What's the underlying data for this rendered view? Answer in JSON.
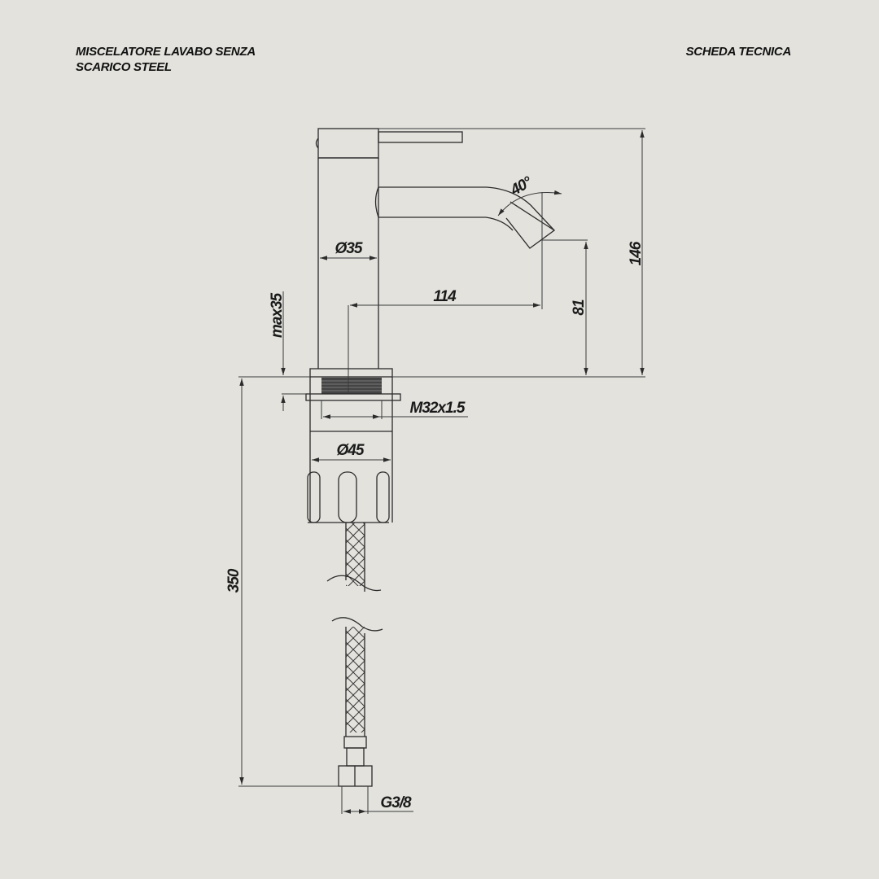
{
  "header": {
    "product_title_line1": "MISCELATORE LAVABO SENZA",
    "product_title_line2": "SCARICO STEEL",
    "document_type": "SCHEDA TECNICA"
  },
  "drawing": {
    "subject": "single-lever basin mixer side view",
    "dimensions": {
      "body_diameter": "Ø35",
      "spout_angle": "40°",
      "spout_reach": "114",
      "total_height": "146",
      "spout_height": "81",
      "max_deck_thickness": "max35",
      "thread": "M32x1.5",
      "base_diameter": "Ø45",
      "hose_length": "350",
      "hose_connection": "G3/8"
    }
  },
  "colors": {
    "background": "#e3e2dd",
    "line": "#2b2b2b",
    "text": "#111111"
  }
}
